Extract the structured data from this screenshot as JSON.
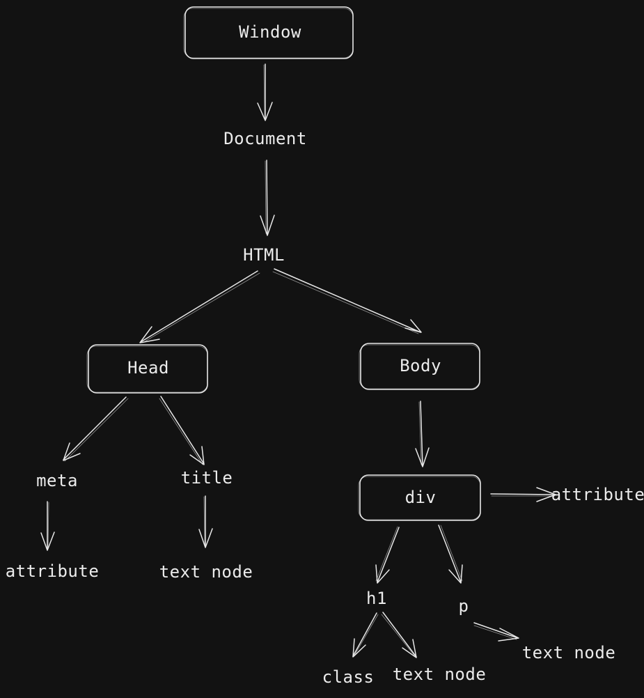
{
  "nodes": {
    "window": "Window",
    "document": "Document",
    "html": "HTML",
    "head": "Head",
    "body": "Body",
    "meta": "meta",
    "title": "title",
    "meta_attribute": "attribute",
    "title_text_node": "text node",
    "div": "div",
    "div_attribute": "attribute",
    "h1": "h1",
    "p": "p",
    "h1_class": "class",
    "h1_text_node": "text node",
    "p_text_node": "text node"
  },
  "colors": {
    "background": "#121212",
    "stroke": "#e8e8e8",
    "text": "#ececec"
  }
}
